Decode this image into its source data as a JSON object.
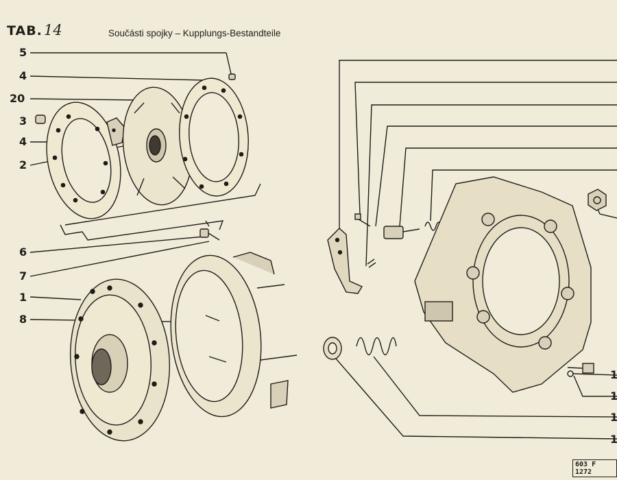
{
  "header": {
    "tab_label": "TAB.",
    "tab_number": "14",
    "title": "Součásti spojky – Kupplungs-Bestandteile"
  },
  "callouts": {
    "c5": "5",
    "c4a": "4",
    "c20": "20",
    "c3": "3",
    "c4b": "4",
    "c2": "2",
    "c6": "6",
    "c7": "7",
    "c1": "1",
    "c8": "8",
    "r1": "1",
    "r2": "1",
    "r3": "1",
    "r4": "1"
  },
  "footer": {
    "drawing_code": "603 F 1272"
  }
}
